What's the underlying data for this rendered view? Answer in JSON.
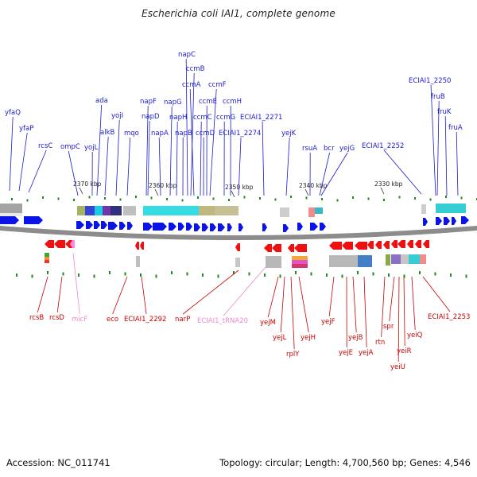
{
  "title": "Escherichia coli IAI1, complete genome",
  "footer": {
    "accession": "Accession: NC_011741",
    "topology": "Topology: circular; Length: 4,700,560 bp; Genes: 4,546"
  },
  "colors": {
    "forward_label": "#1a1ad0",
    "reverse_label": "#cc0000",
    "rna_label": "#ee88cc",
    "forward_gene": "#0a14e6",
    "reverse_gene": "#ee1111",
    "rna_gene": "#ff88dd",
    "backbone": "#8c8c8c",
    "tick_green": "#1f8a1f"
  },
  "scale": {
    "ticks": [
      {
        "label": "2370 kbp"
      },
      {
        "label": "2360 kbp"
      },
      {
        "label": "2350 kbp"
      },
      {
        "label": "2340 kbp"
      },
      {
        "label": "2330 kbp"
      }
    ]
  },
  "forward_genes": [
    {
      "name": "yfaQ"
    },
    {
      "name": "yfaP"
    },
    {
      "name": "rcsC"
    },
    {
      "name": "ompC"
    },
    {
      "name": "yojL"
    },
    {
      "name": "ada"
    },
    {
      "name": "alkB"
    },
    {
      "name": "yojI"
    },
    {
      "name": "mqo"
    },
    {
      "name": "napF"
    },
    {
      "name": "napD"
    },
    {
      "name": "napA"
    },
    {
      "name": "napG"
    },
    {
      "name": "napH"
    },
    {
      "name": "napB"
    },
    {
      "name": "napC"
    },
    {
      "name": "ccmB"
    },
    {
      "name": "ccmA"
    },
    {
      "name": "ccmC"
    },
    {
      "name": "ccmD"
    },
    {
      "name": "ccmE"
    },
    {
      "name": "ccmF"
    },
    {
      "name": "ccmG"
    },
    {
      "name": "ccmH"
    },
    {
      "name": "ECIAI1_2274"
    },
    {
      "name": "ECIAI1_2271"
    },
    {
      "name": "yejK"
    },
    {
      "name": "rsuA"
    },
    {
      "name": "bcr"
    },
    {
      "name": "yejG"
    },
    {
      "name": "ECIAI1_2252"
    },
    {
      "name": "ECIAI1_2250"
    },
    {
      "name": "fruB"
    },
    {
      "name": "fruK"
    },
    {
      "name": "fruA"
    }
  ],
  "reverse_genes": [
    {
      "name": "rcsB"
    },
    {
      "name": "rcsD"
    },
    {
      "name": "micF"
    },
    {
      "name": "eco"
    },
    {
      "name": "ECIAI1_2292"
    },
    {
      "name": "narP"
    },
    {
      "name": "ECIAI1_tRNA20"
    },
    {
      "name": "yejM"
    },
    {
      "name": "yejL"
    },
    {
      "name": "rplY"
    },
    {
      "name": "yejH"
    },
    {
      "name": "yejF"
    },
    {
      "name": "yejE"
    },
    {
      "name": "yejB"
    },
    {
      "name": "yejA"
    },
    {
      "name": "rtn"
    },
    {
      "name": "spr"
    },
    {
      "name": "yeiU"
    },
    {
      "name": "yeiR"
    },
    {
      "name": "yeiQ"
    },
    {
      "name": "ECIAI1_2253"
    }
  ]
}
